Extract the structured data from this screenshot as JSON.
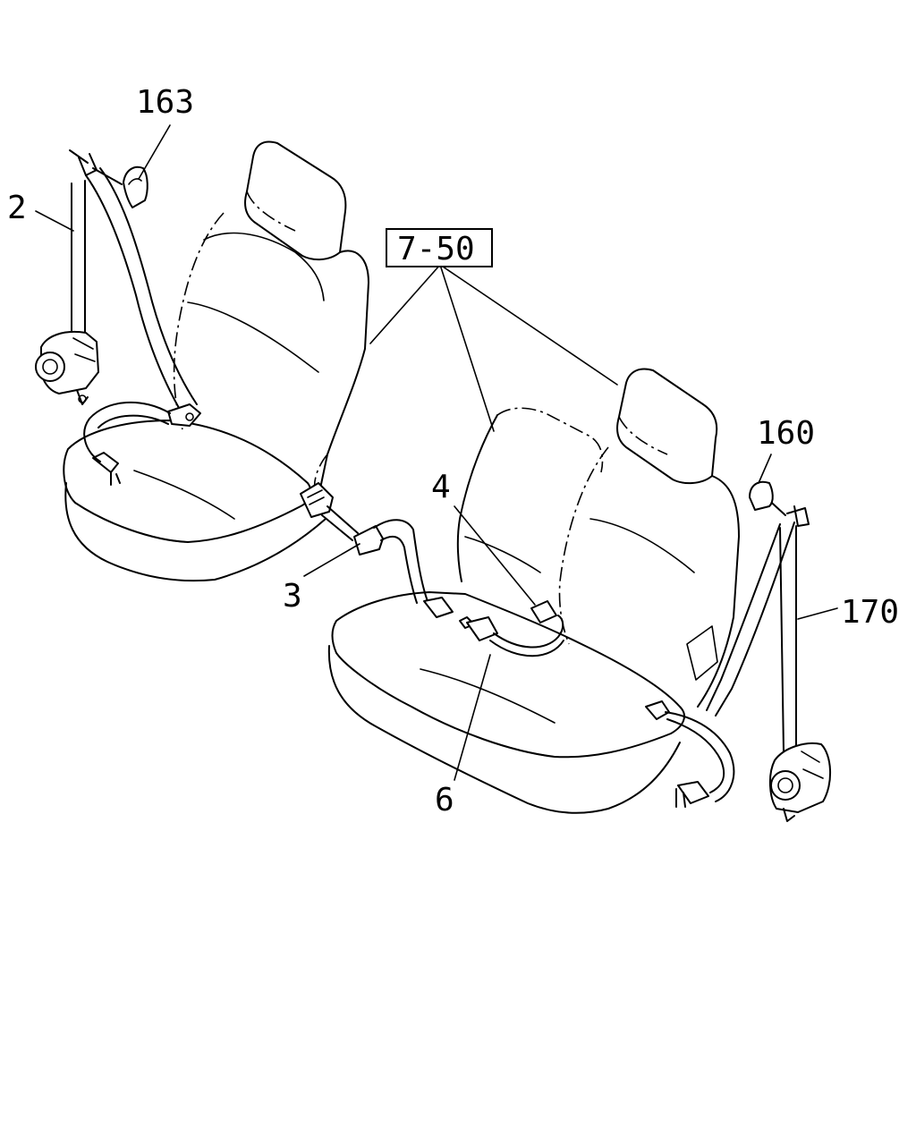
{
  "labels": {
    "part_163": "163",
    "part_2": "2",
    "part_7_50": "7-50",
    "part_160": "160",
    "part_4": "4",
    "part_3": "3",
    "part_170": "170",
    "part_6": "6"
  }
}
